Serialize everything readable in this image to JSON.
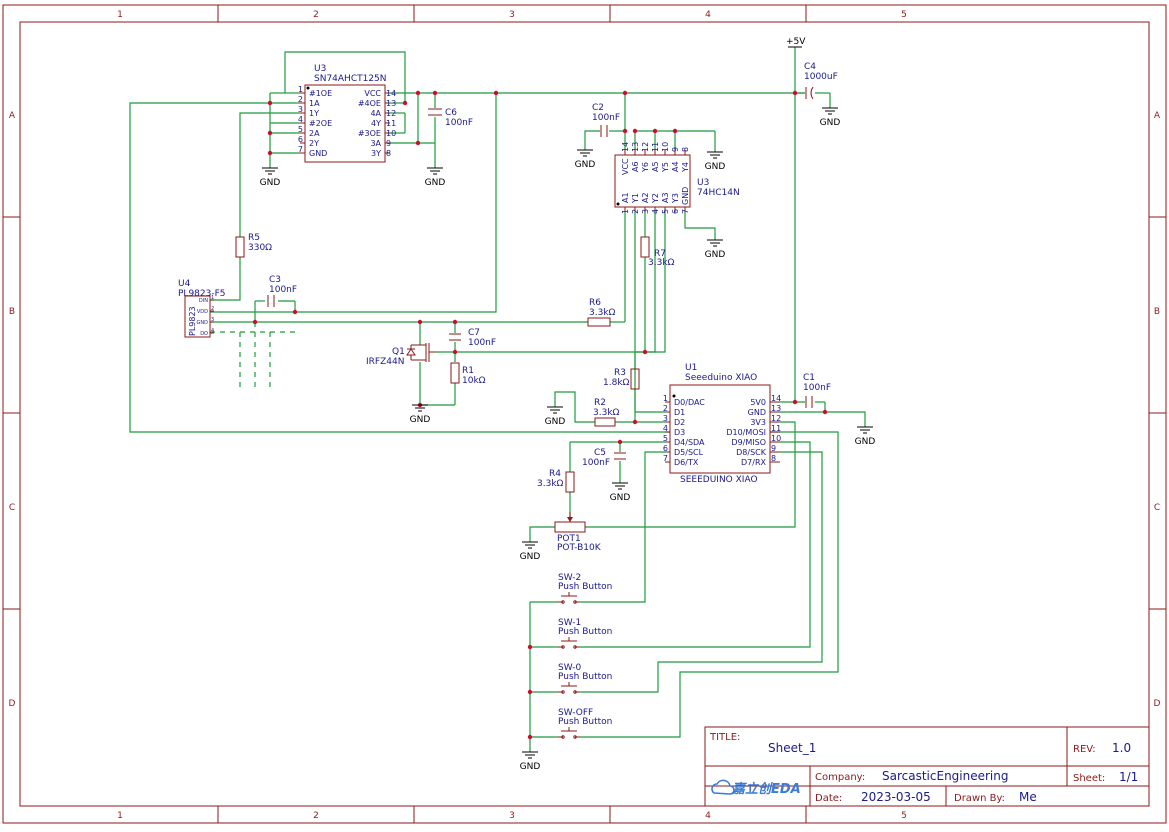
{
  "ruler": {
    "cols": [
      "1",
      "2",
      "3",
      "4",
      "5"
    ],
    "rows": [
      "A",
      "B",
      "C",
      "D"
    ]
  },
  "title_block": {
    "title_label": "TITLE:",
    "title": "Sheet_1",
    "rev_label": "REV:",
    "rev": "1.0",
    "logo_text": "嘉立创EDA",
    "company_label": "Company:",
    "company": "SarcasticEngineering",
    "sheet_label": "Sheet:",
    "sheet": "1/1",
    "date_label": "Date:",
    "date": "2023-03-05",
    "drawn_label": "Drawn By:",
    "drawn": "Me"
  },
  "net_labels": {
    "gnd": "GND",
    "plus5v": "+5V"
  },
  "components": {
    "u3a": {
      "ref": "U3",
      "value": "SN74AHCT125N",
      "left_pins": [
        [
          "1",
          "#1OE"
        ],
        [
          "2",
          "1A"
        ],
        [
          "3",
          "1Y"
        ],
        [
          "4",
          "#2OE"
        ],
        [
          "5",
          "2A"
        ],
        [
          "6",
          "2Y"
        ],
        [
          "7",
          "GND"
        ]
      ],
      "right_pins": [
        [
          "14",
          "VCC"
        ],
        [
          "13",
          "#4OE"
        ],
        [
          "12",
          "4A"
        ],
        [
          "11",
          "4Y"
        ],
        [
          "10",
          "#3OE"
        ],
        [
          "9",
          "3A"
        ],
        [
          "8",
          "3Y"
        ]
      ]
    },
    "u3b": {
      "ref": "U3",
      "value": "74HC14N",
      "top_pins": [
        [
          "14",
          "VCC"
        ],
        [
          "13",
          "A6"
        ],
        [
          "12",
          "Y6"
        ],
        [
          "11",
          "A5"
        ],
        [
          "10",
          "Y5"
        ],
        [
          "9",
          "A4"
        ],
        [
          "8",
          "Y4"
        ]
      ],
      "bottom_pins": [
        [
          "1",
          "A1"
        ],
        [
          "2",
          "Y1"
        ],
        [
          "3",
          "A2"
        ],
        [
          "4",
          "Y2"
        ],
        [
          "5",
          "A3"
        ],
        [
          "6",
          "Y3"
        ],
        [
          "7",
          "GND"
        ]
      ]
    },
    "u4": {
      "ref": "U4",
      "value": "PL9823-F5",
      "body": "PL9823",
      "pins": [
        [
          "1",
          "DIN"
        ],
        [
          "2",
          "VDD"
        ],
        [
          "3",
          "GND"
        ],
        [
          "4",
          "DO"
        ]
      ]
    },
    "u1": {
      "ref": "U1",
      "value": "Seeeduino XIAO",
      "footer": "SEEEDUINO XIAO",
      "left_pins": [
        [
          "1",
          "D0/DAC"
        ],
        [
          "2",
          "D1"
        ],
        [
          "3",
          "D2"
        ],
        [
          "4",
          "D3"
        ],
        [
          "5",
          "D4/SDA"
        ],
        [
          "6",
          "D5/SCL"
        ],
        [
          "7",
          "D6/TX"
        ]
      ],
      "right_pins": [
        [
          "14",
          "5V0"
        ],
        [
          "13",
          "GND"
        ],
        [
          "12",
          "3V3"
        ],
        [
          "11",
          "D10/MOSI"
        ],
        [
          "10",
          "D9/MISO"
        ],
        [
          "9",
          "D8/SCK"
        ],
        [
          "8",
          "D7/RX"
        ]
      ]
    },
    "c6": {
      "ref": "C6",
      "value": "100nF"
    },
    "c2": {
      "ref": "C2",
      "value": "100nF"
    },
    "c4": {
      "ref": "C4",
      "value": "1000uF"
    },
    "c3": {
      "ref": "C3",
      "value": "100nF"
    },
    "c7": {
      "ref": "C7",
      "value": "100nF"
    },
    "c1": {
      "ref": "C1",
      "value": "100nF"
    },
    "c5": {
      "ref": "C5",
      "value": "100nF"
    },
    "r5": {
      "ref": "R5",
      "value": "330Ω"
    },
    "r6": {
      "ref": "R6",
      "value": "3.3kΩ"
    },
    "r7": {
      "ref": "R7",
      "value": "3.3kΩ"
    },
    "r1": {
      "ref": "R1",
      "value": "10kΩ"
    },
    "r3": {
      "ref": "R3",
      "value": "1.8kΩ"
    },
    "r2": {
      "ref": "R2",
      "value": "3.3kΩ"
    },
    "r4": {
      "ref": "R4",
      "value": "3.3kΩ"
    },
    "q1": {
      "ref": "Q1",
      "value": "IRFZ44N"
    },
    "pot1": {
      "ref": "POT1",
      "value": "POT-B10K"
    },
    "sw2": {
      "ref": "SW-2",
      "value": "Push Button"
    },
    "sw1": {
      "ref": "SW-1",
      "value": "Push Button"
    },
    "sw0": {
      "ref": "SW-0",
      "value": "Push Button"
    },
    "swoff": {
      "ref": "SW-OFF",
      "value": "Push Button"
    }
  },
  "colors": {
    "wire": "#1e9b3c",
    "frame": "#8b1a1a",
    "label": "#1a1a8c",
    "pin_power": "#c8102e"
  }
}
